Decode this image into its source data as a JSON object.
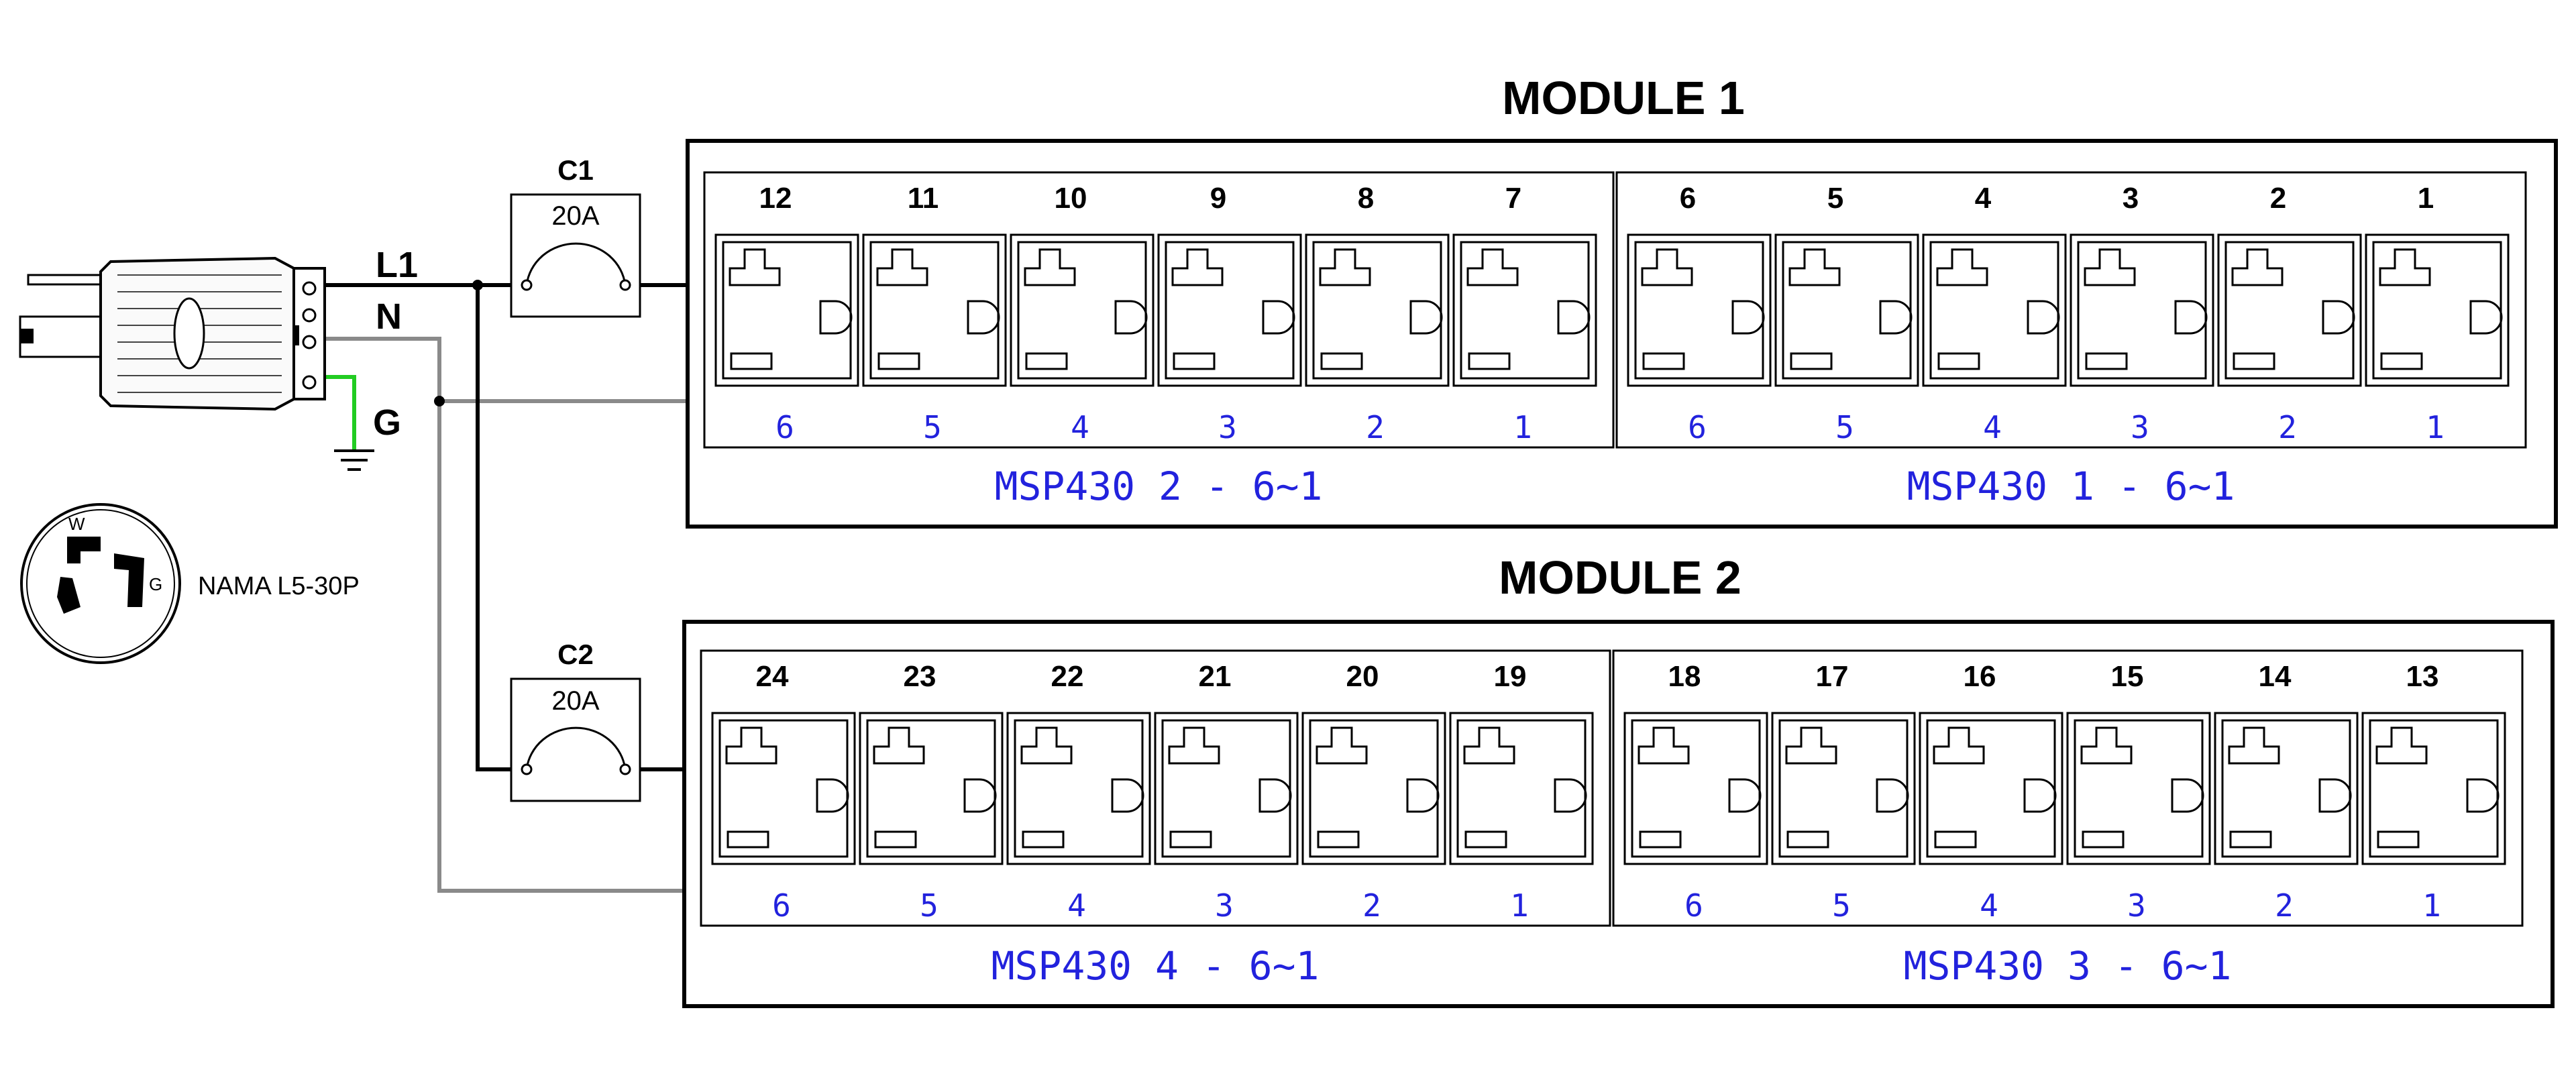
{
  "colors": {
    "black": "#000000",
    "ground_wire": "#22cc22",
    "neutral_wire": "#8a8a8a",
    "labels_blue": "#2222dd",
    "background": "#ffffff"
  },
  "plug": {
    "icon": "twist-lock-plug-icon",
    "label": "NAMA L5-30P",
    "face_letters": {
      "w": "W",
      "g": "G"
    }
  },
  "wires": {
    "l1": "L1",
    "n": "N",
    "g": "G"
  },
  "breakers": [
    {
      "name": "C1",
      "rating": "20A"
    },
    {
      "name": "C2",
      "rating": "20A"
    }
  ],
  "modules": [
    {
      "title": "MODULE 1",
      "groups": [
        {
          "label": "MSP430 2 - 6~1",
          "outlets": [
            "12",
            "11",
            "10",
            "9",
            "8",
            "7"
          ],
          "ports": [
            "6",
            "5",
            "4",
            "3",
            "2",
            "1"
          ]
        },
        {
          "label": "MSP430 1 - 6~1",
          "outlets": [
            "6",
            "5",
            "4",
            "3",
            "2",
            "1"
          ],
          "ports": [
            "6",
            "5",
            "4",
            "3",
            "2",
            "1"
          ]
        }
      ]
    },
    {
      "title": "MODULE 2",
      "groups": [
        {
          "label": "MSP430 4 - 6~1",
          "outlets": [
            "24",
            "23",
            "22",
            "21",
            "20",
            "19"
          ],
          "ports": [
            "6",
            "5",
            "4",
            "3",
            "2",
            "1"
          ]
        },
        {
          "label": "MSP430 3 - 6~1",
          "outlets": [
            "18",
            "17",
            "16",
            "15",
            "14",
            "13"
          ],
          "ports": [
            "6",
            "5",
            "4",
            "3",
            "2",
            "1"
          ]
        }
      ]
    }
  ]
}
